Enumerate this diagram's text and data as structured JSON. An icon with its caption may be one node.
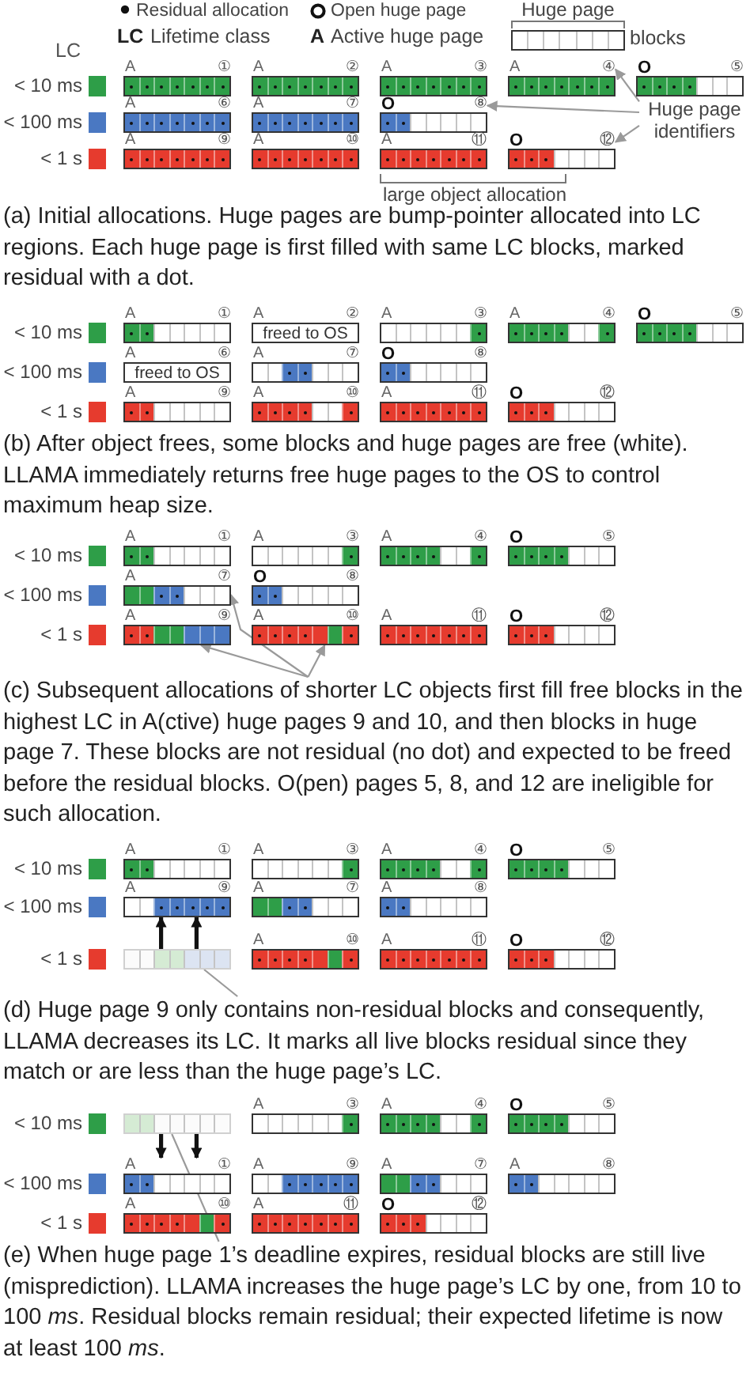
{
  "diagram": {
    "nodes": [
      {
        "text": [
          "Huge page"
        ],
        "beside": [
          "blocks"
        ]
      },
      {
        "text": [
          "A",
          "①"
        ]
      },
      {
        "text": [
          "A",
          "②"
        ]
      },
      {
        "text": [
          "A",
          "③"
        ]
      },
      {
        "text": [
          "A",
          "④"
        ]
      },
      {
        "text": [
          "O",
          "⑤"
        ]
      },
      {
        "text": [
          "A",
          "⑥"
        ]
      },
      {
        "text": [
          "A",
          "⑦"
        ]
      },
      {
        "text": [
          "O",
          "⑧"
        ]
      },
      {
        "text": [
          "A",
          "⑨"
        ]
      },
      {
        "text": [
          "A",
          "⑩"
        ]
      },
      {
        "text": [
          "A",
          "⑪"
        ]
      },
      {
        "text": [
          "O",
          "⑫"
        ]
      },
      {
        "text": [
          "Huge page identifiers"
        ]
      },
      {
        "text": [
          "A",
          "①"
        ]
      },
      {
        "text": [
          "A",
          "②",
          "freed to OS"
        ]
      },
      {
        "text": [
          "A",
          "③"
        ]
      },
      {
        "text": [
          "A",
          "④"
        ]
      },
      {
        "text": [
          "O",
          "⑤"
        ]
      },
      {
        "text": [
          "A",
          "⑥",
          "freed to OS"
        ]
      },
      {
        "text": [
          "A",
          "⑦"
        ]
      },
      {
        "text": [
          "O",
          "⑧"
        ]
      },
      {
        "text": [
          "A",
          "⑨"
        ]
      },
      {
        "text": [
          "A",
          "⑩"
        ]
      },
      {
        "text": [
          "A",
          "⑪"
        ]
      },
      {
        "text": [
          "O",
          "⑫"
        ]
      },
      {
        "text": [
          "A",
          "①"
        ]
      },
      {
        "text": [
          "A",
          "③"
        ]
      },
      {
        "text": [
          "A",
          "④"
        ]
      },
      {
        "text": [
          "O",
          "⑤"
        ]
      },
      {
        "text": [
          "A",
          "⑦"
        ]
      },
      {
        "text": [
          "O",
          "⑧"
        ]
      },
      {
        "text": [
          "A",
          "⑨"
        ]
      },
      {
        "text": [
          "A",
          "⑩"
        ]
      },
      {
        "text": [
          "A",
          "⑪"
        ]
      },
      {
        "text": [
          "O",
          "⑫"
        ]
      },
      {
        "text": [
          "A",
          "①"
        ]
      },
      {
        "text": [
          "A",
          "③"
        ]
      },
      {
        "text": [
          "A",
          "④"
        ]
      },
      {
        "text": [
          "O",
          "⑤"
        ]
      },
      {
        "text": [
          "A",
          "⑨"
        ]
      },
      {
        "text": [
          "A",
          "⑦"
        ]
      },
      {
        "text": [
          "A",
          "⑧"
        ]
      },
      {
        "text": [],
        "shape": "box"
      },
      {
        "text": [
          "A",
          "⑩"
        ]
      },
      {
        "text": [
          "A",
          "⑪"
        ]
      },
      {
        "text": [
          "O",
          "⑫"
        ]
      },
      {
        "text": [],
        "shape": "box"
      },
      {
        "text": [
          "A",
          "③"
        ]
      },
      {
        "text": [
          "A",
          "④"
        ]
      },
      {
        "text": [
          "O",
          "⑤"
        ]
      },
      {
        "text": [
          "A",
          "①"
        ]
      },
      {
        "text": [
          "A",
          "⑨"
        ]
      },
      {
        "text": [
          "A",
          "⑦"
        ]
      },
      {
        "text": [
          "A",
          "⑧"
        ]
      },
      {
        "text": [
          "A",
          "⑩"
        ]
      },
      {
        "text": [
          "A",
          "⑪"
        ]
      },
      {
        "text": [
          "O",
          "⑫"
        ]
      },
      {
        "text": [
          "(c) Subsequent allocations of shorter LC objects first fill free blocks in the highest LC in A(ctive) huge pages 9 and 10, and then blocks in huge page 7. These blocks are not residual (no dot) and expected to be freed before the residual blocks. O(pen) pages 5, 8, and 12 are ineligible for such allocation."
        ]
      },
      {
        "text": [
          "(d) Huge page 9 only contains non-residual blocks and consequently, LLAMA decreases its LC. It marks all live blocks residual since they match or are less than the huge page’s LC."
        ]
      },
      {
        "text": [
          "(e) When huge page 1’s deadline expires, residual blocks are still live (misprediction). LLAMA increases the huge page’s LC by one, from 10 to 100 *ms*. Residual blocks remain residual; their expected lifetime is now at least 100 *ms*."
        ]
      }
    ],
    "edges": [
      {
        "from": 13,
        "to": 4,
        "arrow": "to"
      },
      {
        "from": 13,
        "to": 8,
        "arrow": "to"
      },
      {
        "from": 13,
        "to": 12,
        "arrow": "to"
      },
      {
        "from": 58,
        "to": 30,
        "arrow": "to"
      },
      {
        "from": 58,
        "to": 32,
        "arrow": "to"
      },
      {
        "from": 58,
        "to": 33,
        "arrow": "to"
      },
      {
        "from": 43,
        "to": 40,
        "arrow": "to",
        "style": "thick",
        "color": "#111111"
      },
      {
        "from": 43,
        "to": 40,
        "arrow": "to",
        "style": "thick",
        "color": "#111111"
      },
      {
        "from": 59,
        "to": 43,
        "arrow": "none"
      },
      {
        "from": 47,
        "to": 51,
        "arrow": "to",
        "style": "thick",
        "color": "#111111"
      },
      {
        "from": 47,
        "to": 51,
        "arrow": "to",
        "style": "thick",
        "color": "#111111"
      },
      {
        "from": 60,
        "to": 47,
        "arrow": "none"
      }
    ],
    "labels": [
      "LC",
      "Lifetime class",
      "A",
      "Active huge page",
      "LC",
      "< 10 ms",
      "< 100 ms",
      "< 1 s",
      "large object allocation",
      "(a) Initial allocations. Huge pages are bump-pointer allocated into LC regions. Each huge page is first filled with same LC blocks, marked residual with a dot.",
      "< 10 ms",
      "< 100 ms",
      "< 1 s",
      "(b) After object frees, some blocks and huge pages are free (white). LLAMA immediately returns free huge pages to the OS to control maximum heap size.",
      "< 10 ms",
      "< 100 ms",
      "< 1 s",
      "< 10 ms",
      "< 100 ms",
      "< 1 s",
      "< 10 ms",
      "< 100 ms",
      "< 1 s"
    ],
    "legend": [
      {
        "text": "Residual allocation"
      },
      {
        "text": "Open huge page"
      }
    ]
  }
}
